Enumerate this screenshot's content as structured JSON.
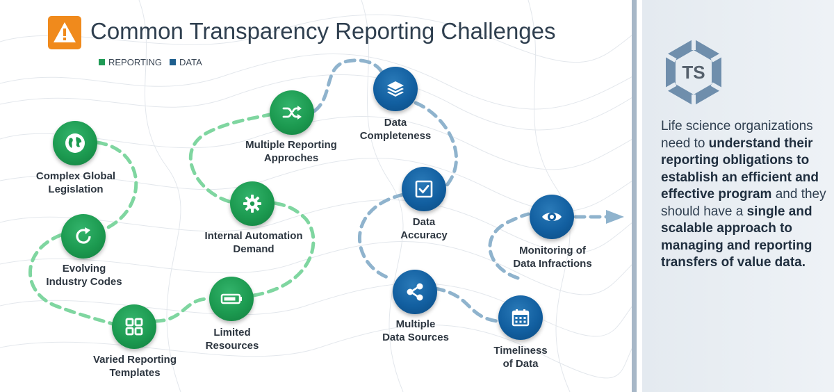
{
  "title": "Common Transparency Reporting Challenges",
  "legend": [
    {
      "label": "REPORTING",
      "color": "#1f9a55"
    },
    {
      "label": "DATA",
      "color": "#1f5f8e"
    }
  ],
  "colors": {
    "reporting": "#1f9a55",
    "data": "#1f5f8e",
    "reporting_path": "#7fd6a0",
    "data_path": "#8fb3cd",
    "warning": "#f08a1c"
  },
  "nodes": [
    {
      "id": "complex-global-legislation",
      "category": "reporting",
      "icon": "globe-icon",
      "lines": [
        "Complex Global",
        "Legislation"
      ]
    },
    {
      "id": "evolving-industry-codes",
      "category": "reporting",
      "icon": "refresh-icon",
      "lines": [
        "Evolving",
        "Industry Codes"
      ]
    },
    {
      "id": "varied-reporting-templates",
      "category": "reporting",
      "icon": "grid-icon",
      "lines": [
        "Varied Reporting",
        "Templates"
      ]
    },
    {
      "id": "limited-resources",
      "category": "reporting",
      "icon": "battery-icon",
      "lines": [
        "Limited",
        "Resources"
      ]
    },
    {
      "id": "internal-automation-demand",
      "category": "reporting",
      "icon": "gear-icon",
      "lines": [
        "Internal Automation",
        "Demand"
      ]
    },
    {
      "id": "multiple-reporting-approches",
      "category": "reporting",
      "icon": "shuffle-icon",
      "lines": [
        "Multiple Reporting",
        "Approches"
      ]
    },
    {
      "id": "data-completeness",
      "category": "data",
      "icon": "layers-icon",
      "lines": [
        "Data",
        "Completeness"
      ]
    },
    {
      "id": "data-accuracy",
      "category": "data",
      "icon": "checkbox-icon",
      "lines": [
        "Data",
        "Accuracy"
      ]
    },
    {
      "id": "multiple-data-sources",
      "category": "data",
      "icon": "share-icon",
      "lines": [
        "Multiple",
        "Data Sources"
      ]
    },
    {
      "id": "timeliness-of-data",
      "category": "data",
      "icon": "calendar-icon",
      "lines": [
        "Timeliness",
        "of Data"
      ]
    },
    {
      "id": "monitoring-of-data-infractions",
      "category": "data",
      "icon": "eye-icon",
      "lines": [
        "Monitoring of",
        "Data Infractions"
      ]
    }
  ],
  "panel": {
    "logo_text": "TS",
    "segments": [
      {
        "text": "Life science organizations need to ",
        "bold": false
      },
      {
        "text": "understand their reporting obligations to establish an efficient and effective program",
        "bold": true
      },
      {
        "text": " and they should have a ",
        "bold": false
      },
      {
        "text": "single and scalable approach to managing and reporting transfers of value data.",
        "bold": true
      }
    ]
  }
}
